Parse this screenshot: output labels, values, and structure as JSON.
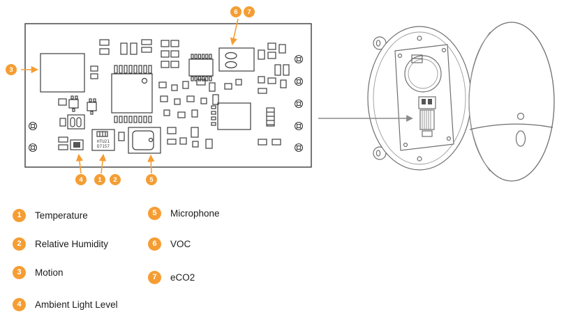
{
  "colors": {
    "accent": "#F59D33",
    "pcb_line": "#3C3C3C",
    "enclosure_line": "#6E6E6E"
  },
  "pcb": {
    "chip_label_line1": "HTU21",
    "chip_label_line2": "D7157"
  },
  "legend": [
    {
      "num": "1",
      "label": "Temperature"
    },
    {
      "num": "2",
      "label": "Relative Humidity"
    },
    {
      "num": "3",
      "label": "Motion"
    },
    {
      "num": "4",
      "label": "Ambient Light Level"
    },
    {
      "num": "5",
      "label": "Microphone"
    },
    {
      "num": "6",
      "label": "VOC"
    },
    {
      "num": "7",
      "label": "eCO2"
    }
  ]
}
